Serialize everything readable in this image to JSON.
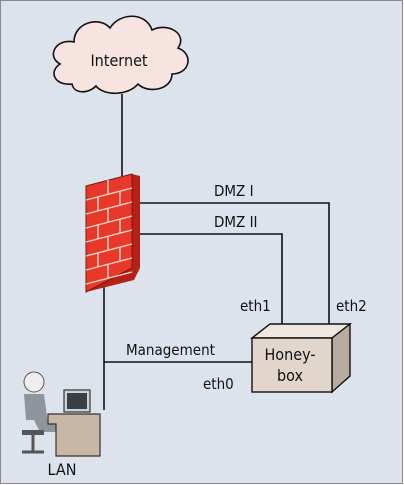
{
  "nodes": {
    "internet": "Internet",
    "honeybox_line1": "Honey-",
    "honeybox_line2": "box",
    "lan": "LAN"
  },
  "links": {
    "dmz1": "DMZ I",
    "dmz2": "DMZ II",
    "management": "Management"
  },
  "interfaces": {
    "eth0": "eth0",
    "eth1": "eth1",
    "eth2": "eth2"
  },
  "colors": {
    "background": "#dde3ec",
    "cloud": "#f7e3df",
    "firewall_brick": "#e8382a",
    "firewall_mortar": "#f7d8c8",
    "honeybox_front": "#e2d6cc",
    "desk": "#c8b7a4",
    "person": "#9aa0a6"
  }
}
